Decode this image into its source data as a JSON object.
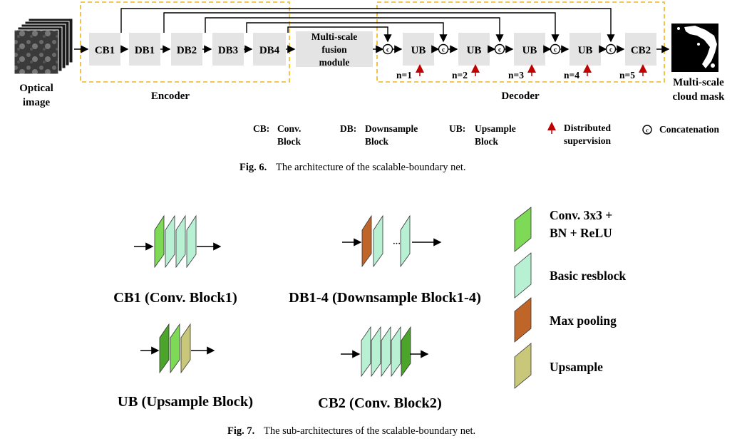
{
  "fig6": {
    "input_label_1": "Optical",
    "input_label_2": "image",
    "encoder_label": "Encoder",
    "decoder_label": "Decoder",
    "blocks": [
      "CB1",
      "DB1",
      "DB2",
      "DB3",
      "DB4"
    ],
    "fusion_1": "Multi-scale",
    "fusion_2": "fusion",
    "fusion_3": "module",
    "concat_symbol": "c",
    "decoder_blocks": [
      "UB",
      "UB",
      "UB",
      "UB",
      "CB2"
    ],
    "supervision": [
      "n=1",
      "n=2",
      "n=3",
      "n=4",
      "n=5"
    ],
    "output_label_1": "Multi-scale",
    "output_label_2": "cloud mask",
    "legend": {
      "cb_key": "CB:",
      "cb_1": "Conv.",
      "cb_2": "Block",
      "db_key": "DB:",
      "db_1": "Downsample",
      "db_2": "Block",
      "ub_key": "UB:",
      "ub_1": "Upsample",
      "ub_2": "Block",
      "ds_1": "Distributed",
      "ds_2": "supervision",
      "concat": "Concatenation"
    },
    "caption_num": "Fig. 6.",
    "caption_text": "The architecture of the scalable-boundary net."
  },
  "fig7": {
    "cb1_title": "CB1 (Conv. Block1)",
    "db_title": "DB1-4 (Downsample Block1-4)",
    "ub_title": "UB (Upsample Block)",
    "cb2_title": "CB2 (Conv. Block2)",
    "legend": {
      "conv_1": "Conv. 3x3 +",
      "conv_2": "BN + ReLU",
      "res": "Basic resblock",
      "pool": "Max pooling",
      "up": "Upsample"
    },
    "colors": {
      "conv": "#7ed957",
      "conv_dark": "#4aa52a",
      "res": "#b7f0d2",
      "pool": "#c0652a",
      "up": "#c9c77a"
    },
    "caption_num": "Fig. 7.",
    "caption_text": "The sub-architectures of the scalable-boundary net."
  }
}
